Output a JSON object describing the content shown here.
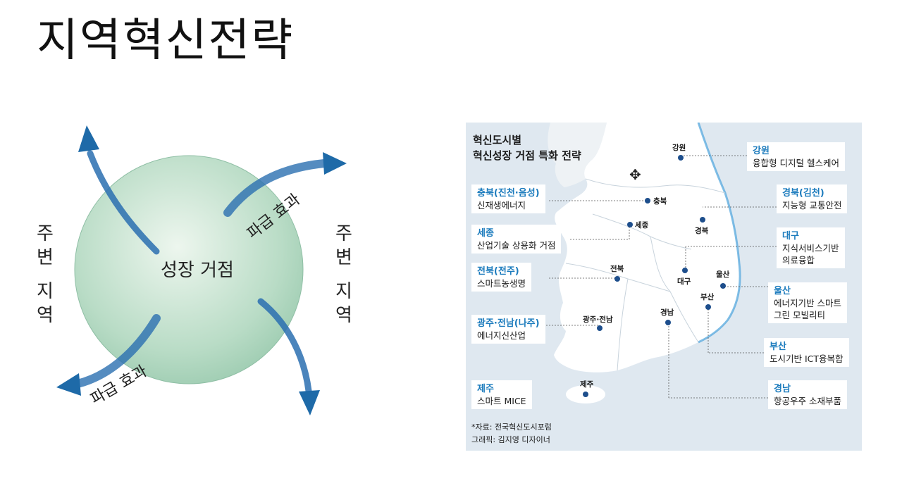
{
  "slide": {
    "title": "지역혁신전략"
  },
  "growth_diagram": {
    "center_label": "성장 거점",
    "ripple_label": "파급 효과",
    "periphery_label": [
      "주",
      "변",
      "지",
      "역"
    ]
  },
  "map": {
    "title_line1": "혁신도시별",
    "title_line2": "혁신성장 거점 특화 전략",
    "regions_left": [
      {
        "name": "충북(진천·음성)",
        "desc": "신재생에너지"
      },
      {
        "name": "세종",
        "desc": "산업기술 상용화 거점"
      },
      {
        "name": "전북(전주)",
        "desc": "스마트농생명"
      },
      {
        "name": "광주·전남(나주)",
        "desc": "에너지신산업"
      },
      {
        "name": "제주",
        "desc": "스마트 MICE"
      }
    ],
    "regions_right": [
      {
        "name": "강원",
        "desc": "융합형 디지털 헬스케어"
      },
      {
        "name": "경북(김천)",
        "desc": "지능형 교통안전"
      },
      {
        "name": "대구",
        "desc": "지식서비스기반",
        "desc2": "의료융합"
      },
      {
        "name": "울산",
        "desc": "에너지기반 스마트",
        "desc2": "그린 모빌리티"
      },
      {
        "name": "부산",
        "desc": "도시기반 ICT융복합"
      },
      {
        "name": "경남",
        "desc": "항공우주 소재부품"
      }
    ],
    "city_labels": {
      "gangwon": "강원",
      "chungbuk": "충북",
      "sejong": "세종",
      "gyeongbuk": "경북",
      "jeonbuk": "전북",
      "daegu": "대구",
      "ulsan": "울산",
      "busan": "부산",
      "gwangju": "광주·전남",
      "gyeongnam": "경남",
      "jeju": "제주"
    },
    "source": "*자료: 전국혁신도시포럼",
    "graphic": "그래픽: 김지영 디자이너",
    "colors": {
      "region_name": "#1b7bbd",
      "dot": "#1d4e8c",
      "sea": "#dfe8f0",
      "land": "#ffffff",
      "coast": "#4aa3dc"
    }
  }
}
